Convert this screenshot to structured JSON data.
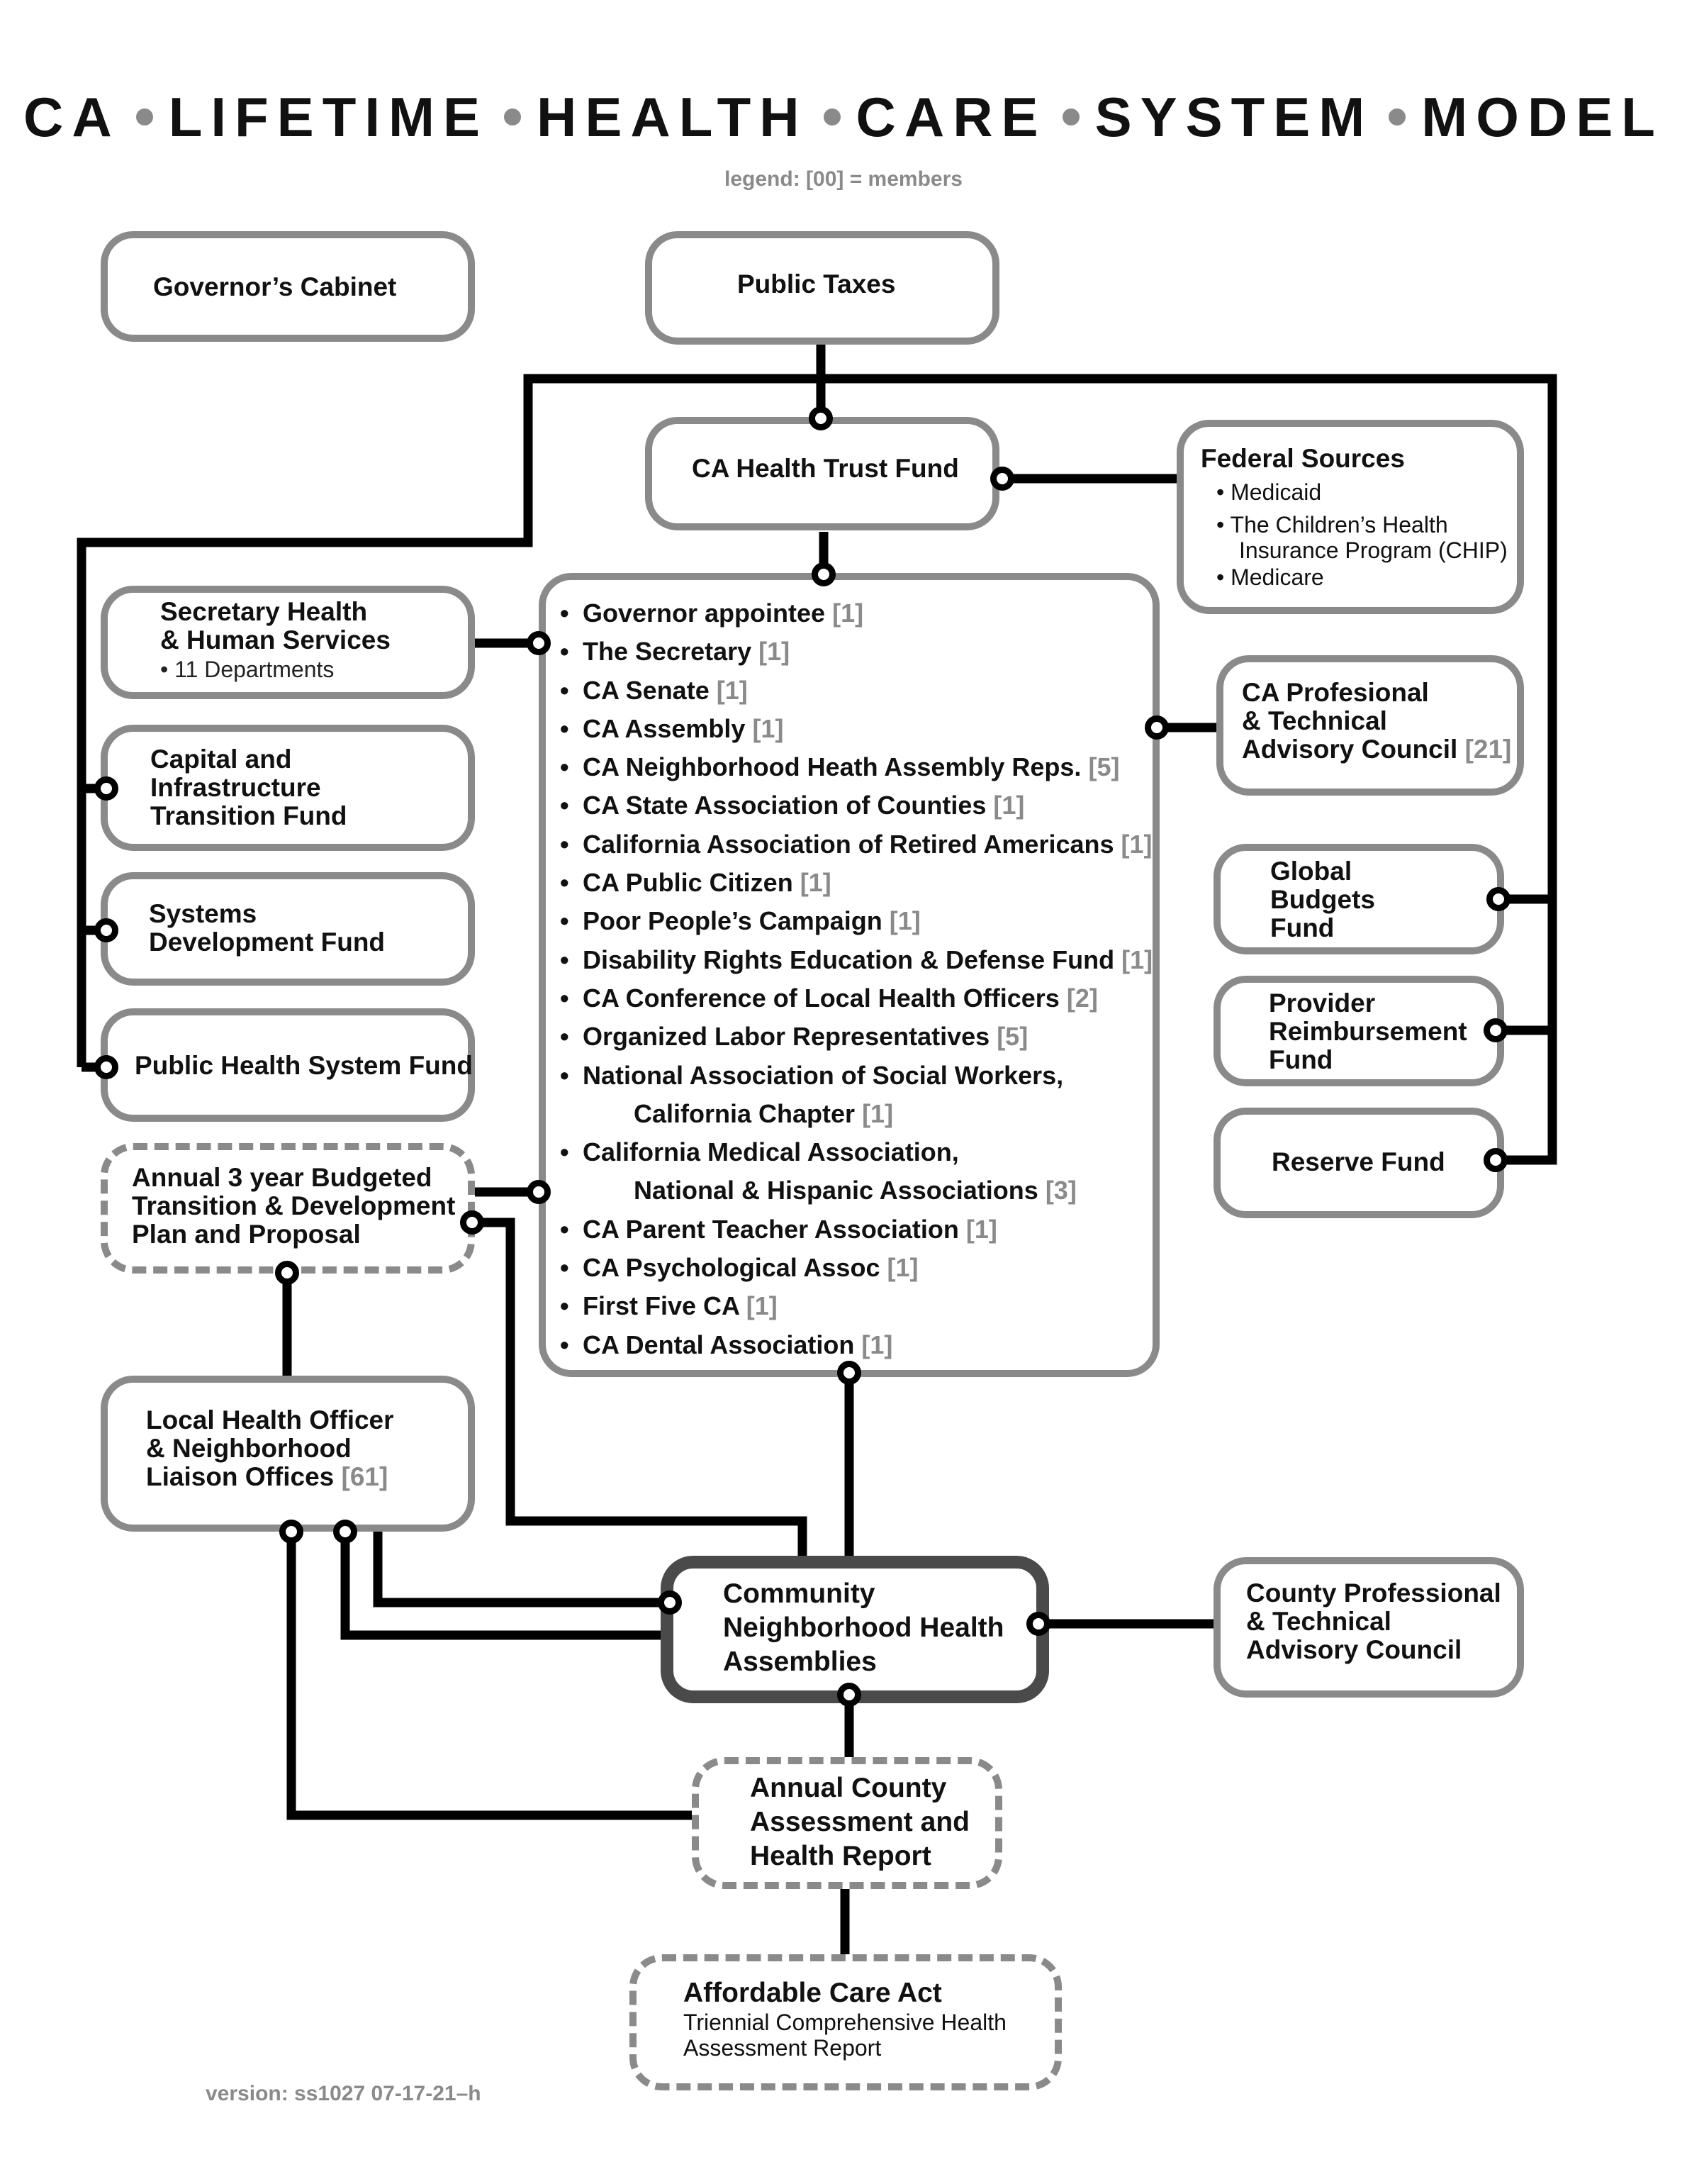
{
  "title": {
    "words": [
      "CA",
      "LIFETIME",
      "HEALTH",
      "CARE",
      "SYSTEM",
      "MODEL"
    ]
  },
  "legend": "legend: [00] = members",
  "boxes": {
    "governors_cabinet": "Governor’s Cabinet",
    "public_taxes": "Public Taxes",
    "trust_fund": "CA Health Trust Fund",
    "federal": {
      "title": "Federal Sources",
      "items": [
        "Medicaid",
        "The Children’s Health",
        "Insurance Program (CHIP)",
        "Medicare"
      ]
    },
    "secretary": {
      "line1": "Secretary Health",
      "line2": "& Human Services",
      "sub": "11 Departments"
    },
    "capital": [
      "Capital and",
      "Infrastructure",
      "Transition Fund"
    ],
    "systems": [
      "Systems",
      "Development Fund"
    ],
    "public_health": "Public Health System Fund",
    "annual_plan": [
      "Annual 3 year Budgeted",
      "Transition & Development",
      "Plan and Proposal"
    ],
    "local_health": {
      "line1": "Local Health Officer",
      "line2": "& Neighborhood",
      "line3": "Liaison Offices",
      "count": "[61]"
    },
    "ca_professional": {
      "line1": "CA Profesional",
      "line2": "& Technical",
      "line3": "Advisory Council",
      "count": "[21]"
    },
    "global_budgets": [
      "Global",
      "Budgets",
      "Fund"
    ],
    "provider": [
      "Provider",
      "Reimbursement",
      "Fund"
    ],
    "reserve": "Reserve Fund",
    "community": [
      "Community",
      "Neighborhood Health",
      "Assemblies"
    ],
    "county_prof": [
      "County Professional",
      "& Technical",
      "Advisory Council"
    ],
    "county_assessment": [
      "Annual County",
      "Assessment and",
      "Health Report"
    ],
    "aca": {
      "title": "Affordable Care Act",
      "line1": "Triennial Comprehensive Health",
      "line2": "Assessment Report"
    }
  },
  "board_members": [
    {
      "name": "Governor appointee",
      "count": "[1]"
    },
    {
      "name": "The Secretary",
      "count": "[1]"
    },
    {
      "name": "CA Senate",
      "count": "[1]"
    },
    {
      "name": "CA Assembly",
      "count": "[1]"
    },
    {
      "name": "CA Neighborhood Heath Assembly Reps.",
      "count": "[5]"
    },
    {
      "name": "CA State Association of Counties",
      "count": "[1]"
    },
    {
      "name": "California Association of Retired Americans",
      "count": "[1]"
    },
    {
      "name": "CA Public Citizen",
      "count": "[1]"
    },
    {
      "name": "Poor People’s Campaign",
      "count": "[1]"
    },
    {
      "name": "Disability Rights Education & Defense Fund",
      "count": "[1]"
    },
    {
      "name": "CA Conference of Local Health Officers",
      "count": "[2]"
    },
    {
      "name": "Organized Labor Representatives",
      "count": "[5]"
    },
    {
      "name": "National Association of Social Workers,",
      "count": ""
    },
    {
      "name": "California Chapter",
      "count": "[1]",
      "indent": true
    },
    {
      "name": "California Medical Association,",
      "count": ""
    },
    {
      "name": "National & Hispanic Associations",
      "count": "[3]",
      "indent": true
    },
    {
      "name": "CA Parent Teacher Association",
      "count": "[1]"
    },
    {
      "name": "CA Psychological Assoc",
      "count": "[1]"
    },
    {
      "name": "First Five CA",
      "count": "[1]"
    },
    {
      "name": "CA Dental Association",
      "count": "[1]"
    }
  ],
  "version": "version: ss1027 07-17-21–h"
}
